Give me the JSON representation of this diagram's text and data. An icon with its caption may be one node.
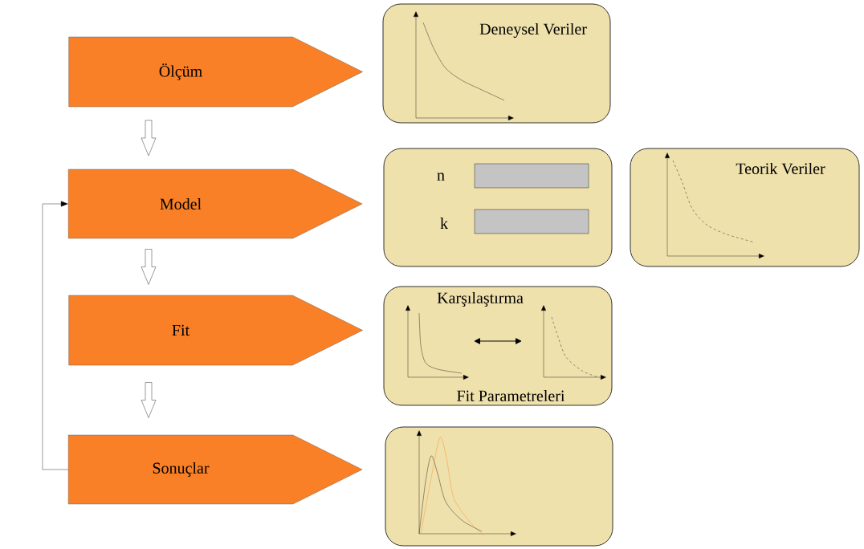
{
  "diagram": {
    "nodes": [
      {
        "text": [
          "Ölçüm"
        ]
      },
      {
        "text": [
          "Model"
        ]
      },
      {
        "text": [
          "Fit"
        ]
      },
      {
        "text": [
          "Sonuçlar"
        ]
      },
      {
        "text": [
          "Deneysel Veriler"
        ]
      },
      {
        "text": [
          "n",
          "k"
        ]
      },
      {
        "text": [
          "Teorik Veriler"
        ]
      },
      {
        "text": [
          "Karşılaştırma",
          "Fit Parametreleri"
        ]
      },
      {
        "text": [],
        "shape": "box"
      }
    ],
    "edges": [
      {
        "from": 0,
        "to": 1,
        "arrow": "to"
      },
      {
        "from": 1,
        "to": 2,
        "arrow": "to"
      },
      {
        "from": 2,
        "to": 3,
        "arrow": "to"
      },
      {
        "from": 3,
        "to": 1,
        "arrow": "to"
      }
    ]
  }
}
